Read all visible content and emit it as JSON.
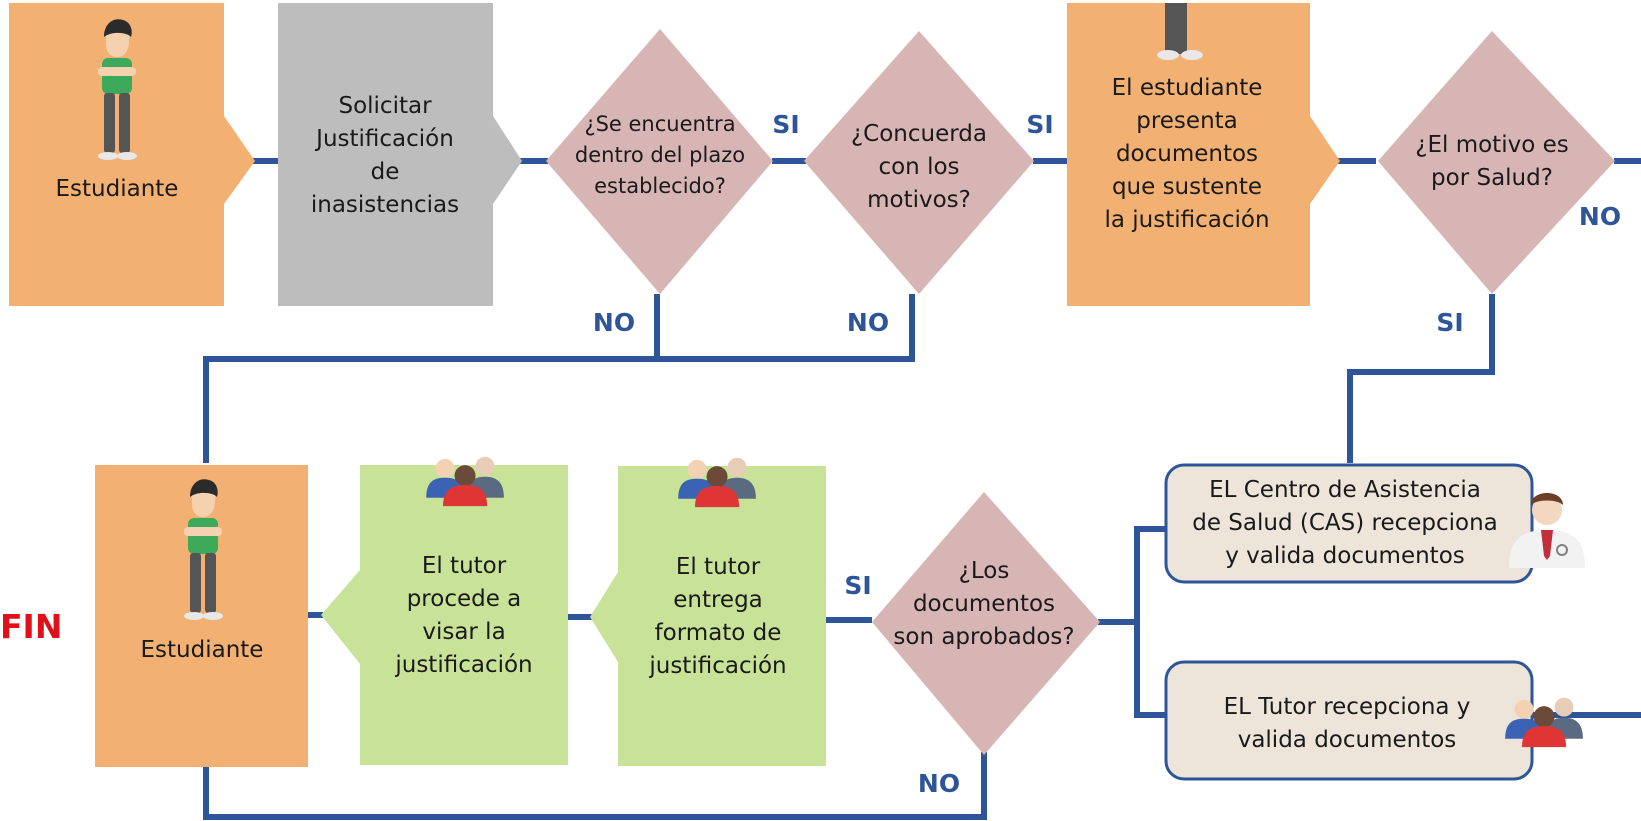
{
  "colors": {
    "line": "#2E5597",
    "edge_label": "#2E5597",
    "orange_box": "#F2B173",
    "gray_box": "#BDBDBD",
    "decision": "#D8B5B5",
    "green_box": "#C8E398",
    "rounded_box": "#EDE4DA",
    "fin": "#E0101A"
  },
  "nodes": {
    "estudiante_start": {
      "lines": [
        "Estudiante"
      ],
      "icon": "student-figure-icon"
    },
    "solicitar": {
      "lines": [
        "Solicitar",
        "Justificación",
        "de",
        "inasistencias"
      ]
    },
    "plazo": {
      "lines": [
        "¿Se encuentra",
        "dentro del plazo",
        "establecido?"
      ]
    },
    "concuerda": {
      "lines": [
        "¿Concuerda",
        "con los",
        "motivos?"
      ]
    },
    "presenta": {
      "lines": [
        "El estudiante",
        "presenta",
        "documentos",
        "que sustente",
        "la justificación"
      ],
      "icon": "student-figure-icon"
    },
    "salud": {
      "lines": [
        "¿El motivo es",
        "por Salud?"
      ]
    },
    "cas": {
      "lines": [
        "EL Centro de Asistencia",
        "de Salud (CAS) recepciona",
        "y valida documentos"
      ],
      "icon": "doctor-icon"
    },
    "tutor_valida": {
      "lines": [
        "EL Tutor  recepciona y",
        "valida documentos"
      ],
      "icon": "people-group-icon"
    },
    "aprobados": {
      "lines": [
        "¿Los",
        "documentos",
        "son aprobados?"
      ]
    },
    "entrega": {
      "lines": [
        "El tutor",
        "entrega",
        "formato de",
        "justificación"
      ],
      "icon": "people-group-icon"
    },
    "visar": {
      "lines": [
        "El tutor",
        "procede a",
        "visar la",
        "justificación"
      ],
      "icon": "people-group-icon"
    },
    "estudiante_end": {
      "lines": [
        "Estudiante"
      ],
      "icon": "student-figure-icon"
    }
  },
  "edge_labels": {
    "plazo_si": "SI",
    "plazo_no": "NO",
    "concuerda_si": "SI",
    "concuerda_no": "NO",
    "salud_si": "SI",
    "salud_no": "NO",
    "aprobados_si": "SI",
    "aprobados_no": "NO"
  },
  "terminal": {
    "fin": "FIN"
  }
}
